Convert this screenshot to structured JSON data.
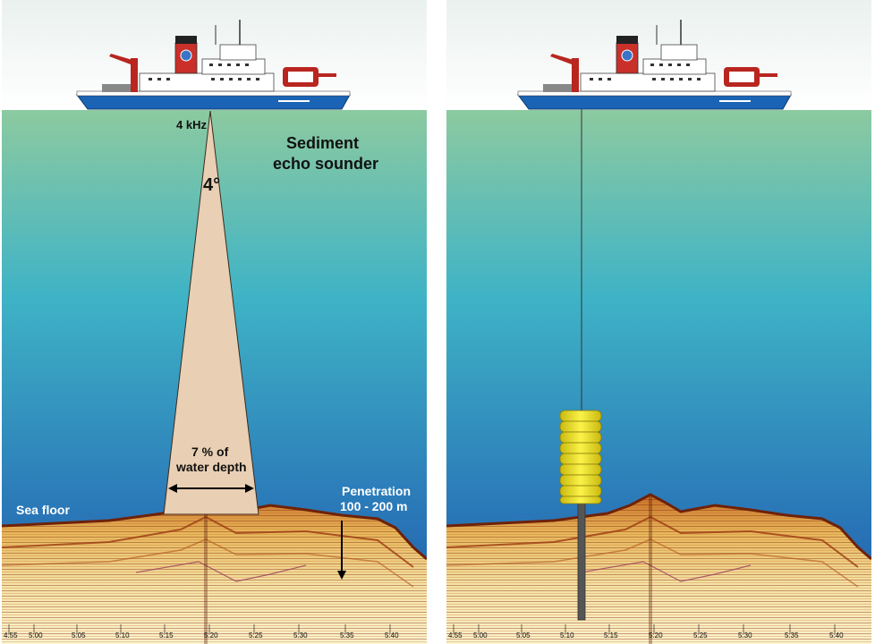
{
  "colors": {
    "sky": "#f2f7f4",
    "water_top": "#8ccaa0",
    "water_mid": "#3fb3c6",
    "water_bottom": "#1e57a8",
    "seafloor_light": "#f6e8b0",
    "seafloor_dark": "#9c3a12",
    "beam": "#e9cfb3",
    "hull": "#1a63b5",
    "crane": "#b8261f",
    "float": "#f3ea21",
    "corer": "#555555"
  },
  "icons": {
    "ship": "research-vessel-icon",
    "float": "yellow-float-icon",
    "corer": "sediment-corer-icon"
  },
  "left_panel": {
    "frequency": "4 kHz",
    "title_line1": "Sediment",
    "title_line2": "echo sounder",
    "beam_angle": "4°",
    "footprint_line1": "7 %  of",
    "footprint_line2": "water depth",
    "sea_floor": "Sea floor",
    "penetration_line1": "Penetration",
    "penetration_line2": "100 - 200 m",
    "time_ticks": [
      "4:55",
      "5:00",
      "5:05",
      "5:10",
      "5:15",
      "5:20",
      "5:25",
      "5:30",
      "5:35",
      "5:40"
    ]
  },
  "right_panel": {
    "time_ticks": [
      "4:55",
      "5:00",
      "5:05",
      "5:10",
      "5:15",
      "5:20",
      "5:25",
      "5:30",
      "5:35",
      "5:40"
    ]
  }
}
